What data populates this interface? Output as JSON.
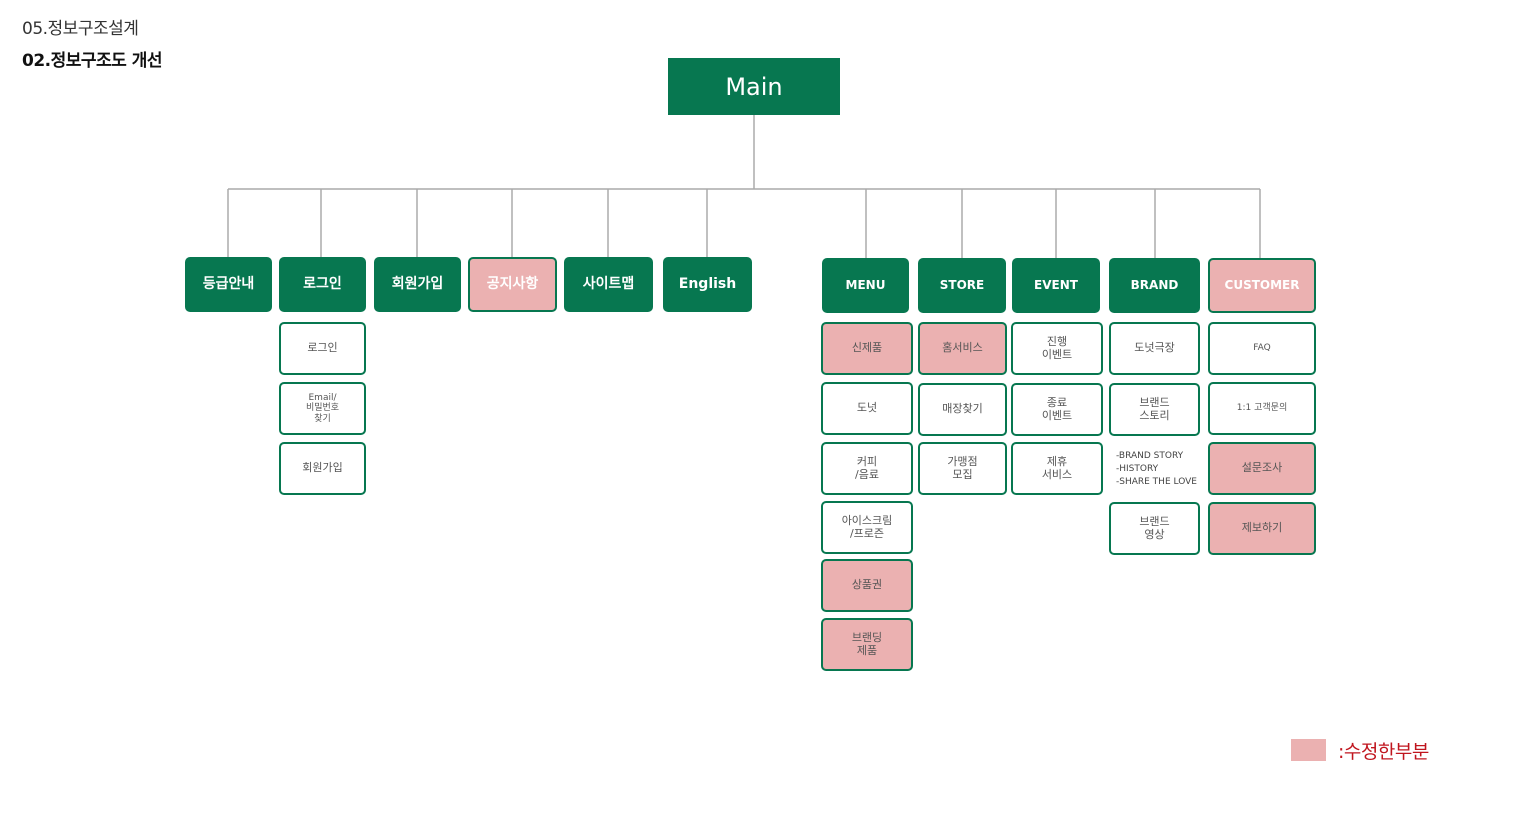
{
  "heading": {
    "sub": "05.정보구조설계",
    "main": "02.정보구조도 개선"
  },
  "root": "Main",
  "nav": [
    {
      "label": "등급안내",
      "highlight": false
    },
    {
      "label": "로그인",
      "highlight": false,
      "children": [
        {
          "label": "로그인",
          "highlight": false
        },
        {
          "label": "Email/\n비밀번호\n찾기",
          "highlight": false
        },
        {
          "label": "회원가입",
          "highlight": false
        }
      ]
    },
    {
      "label": "회원가입",
      "highlight": false
    },
    {
      "label": "공지사항",
      "highlight": true
    },
    {
      "label": "사이트맵",
      "highlight": false
    },
    {
      "label": "English",
      "highlight": false
    }
  ],
  "sections": [
    {
      "label": "MENU",
      "highlight": false,
      "children": [
        {
          "label": "신제품",
          "highlight": true
        },
        {
          "label": "도넛",
          "highlight": false
        },
        {
          "label": "커피\n/음료",
          "highlight": false
        },
        {
          "label": "아이스크림\n/프로즌",
          "highlight": false
        },
        {
          "label": "상품권",
          "highlight": true
        },
        {
          "label": "브랜딩\n제품",
          "highlight": true
        }
      ]
    },
    {
      "label": "STORE",
      "highlight": false,
      "children": [
        {
          "label": "홈서비스",
          "highlight": true
        },
        {
          "label": "매장찾기",
          "highlight": false
        },
        {
          "label": "가맹점\n모집",
          "highlight": false
        }
      ]
    },
    {
      "label": "EVENT",
      "highlight": false,
      "children": [
        {
          "label": "진행\n이벤트",
          "highlight": false
        },
        {
          "label": "종료\n이벤트",
          "highlight": false
        },
        {
          "label": "제휴\n서비스",
          "highlight": false
        }
      ]
    },
    {
      "label": "BRAND",
      "highlight": false,
      "children": [
        {
          "label": "도넛극장",
          "highlight": false
        },
        {
          "label": "브랜드\n스토리",
          "highlight": false
        },
        {
          "label": "브랜드\n영상",
          "highlight": false
        }
      ],
      "story_list": "-BRAND STORY\n-HISTORY\n-SHARE THE LOVE"
    },
    {
      "label": "CUSTOMER",
      "highlight": true,
      "children": [
        {
          "label": "FAQ",
          "highlight": false
        },
        {
          "label": "1:1 고객문의",
          "highlight": false
        },
        {
          "label": "설문조사",
          "highlight": true
        },
        {
          "label": "제보하기",
          "highlight": true
        }
      ]
    }
  ],
  "legend": {
    "label": ":수정한부분"
  },
  "colors": {
    "green": "#077750",
    "pink": "#ebb1b1",
    "legend_text": "#c0151e",
    "line": "#aaaaaa"
  }
}
